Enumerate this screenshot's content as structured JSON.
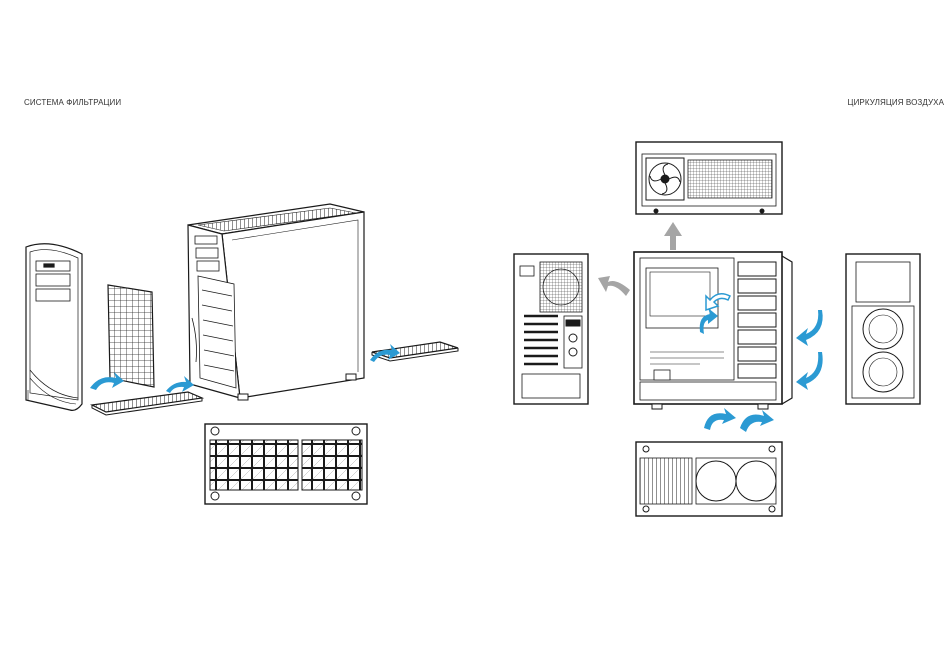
{
  "headings": {
    "left": "СИСТЕМА ФИЛЬТРАЦИИ",
    "right": "ЦИРКУЛЯЦИЯ ВОЗДУХА"
  },
  "colors": {
    "line": "#1a1a1a",
    "arrow_blue": "#2b9ad3",
    "arrow_gray": "#a5a5a5"
  },
  "icons": {
    "intake": "blue-curved-arrow",
    "exhaust": "gray-curved-arrow"
  }
}
